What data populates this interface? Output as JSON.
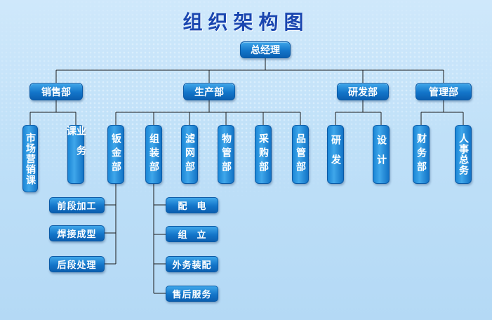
{
  "title": "组织架构图",
  "top": "总经理",
  "departments": {
    "sales": "销售部",
    "production": "生产部",
    "rnd": "研发部",
    "management": "管理部"
  },
  "sales_units": [
    "市场营销课",
    "业务课"
  ],
  "production_units": [
    "钣金部",
    "组装部",
    "滤网部",
    "物管部",
    "采购部",
    "品管部"
  ],
  "rnd_units": [
    "研发",
    "设计"
  ],
  "management_units": [
    "财务部",
    "人事总务"
  ],
  "sheetmetal_sub": [
    "前段加工",
    "焊接成型",
    "后段处理"
  ],
  "assembly_sub": [
    "配电",
    "组立",
    "外务装配",
    "售后服务"
  ],
  "colors": {
    "box": "#1375c9",
    "line": "#1a1a1a",
    "title": "#1a46b0"
  }
}
